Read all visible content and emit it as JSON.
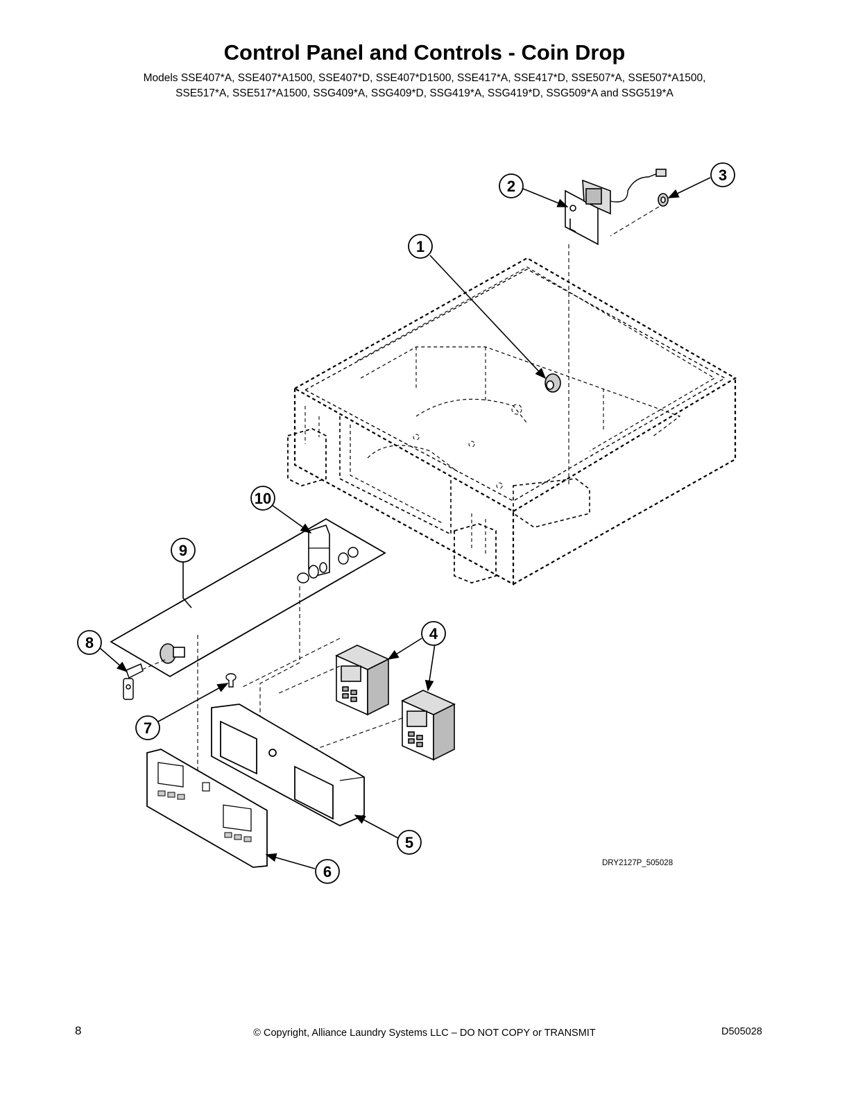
{
  "page": {
    "title": "Control Panel and Controls - Coin Drop",
    "models_line1": "Models SSE407*A, SSE407*A1500, SSE407*D, SSE407*D1500, SSE417*A, SSE417*D, SSE507*A, SSE507*A1500,",
    "models_line2": "SSE517*A, SSE517*A1500, SSG409*A, SSG409*D, SSG419*A, SSG419*D, SSG509*A and SSG519*A",
    "drawing_id": "DRY2127P_505028"
  },
  "callouts": {
    "c1": "1",
    "c2": "2",
    "c3": "3",
    "c4": "4",
    "c5": "5",
    "c6": "6",
    "c7": "7",
    "c8": "8",
    "c9": "9",
    "c10": "10"
  },
  "footer": {
    "page_number": "8",
    "copyright": "© Copyright, Alliance Laundry Systems LLC – DO NOT COPY or TRANSMIT",
    "doc_number": "D505028"
  }
}
